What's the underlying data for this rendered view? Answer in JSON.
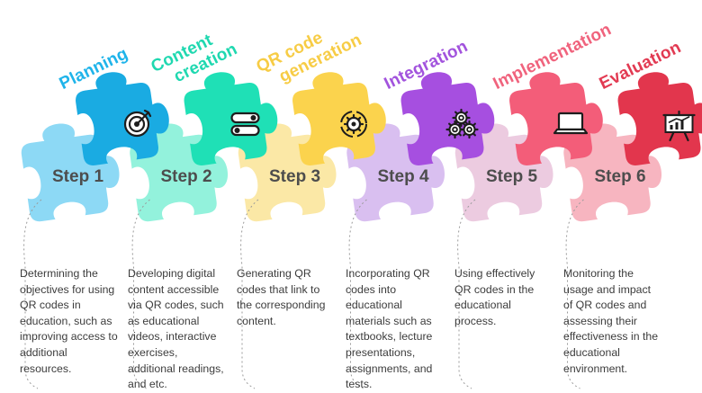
{
  "steps": [
    {
      "step_label": "Step 1",
      "title_lines": [
        "Planning"
      ],
      "description": "Determining the objectives for using QR codes in education, such as improving access to additional resources.",
      "icon": "target-icon",
      "colors": {
        "top": "#1aabe2",
        "bottom": "#8dd9f5",
        "title": "#1fb4ea"
      }
    },
    {
      "step_label": "Step 2",
      "title_lines": [
        "Content",
        "creation"
      ],
      "description": "Developing digital content accessible via QR codes, such as educational videos, interactive exercises, additional readings, and etc.",
      "icon": "toggle-switches-icon",
      "colors": {
        "top": "#1fe0b6",
        "bottom": "#93f2dc",
        "title": "#1fd8b0"
      }
    },
    {
      "step_label": "Step 3",
      "title_lines": [
        "QR code",
        "generation"
      ],
      "description": "Generating QR codes that link to the corresponding content.",
      "icon": "gear-cycle-icon",
      "colors": {
        "top": "#fbd34d",
        "bottom": "#fbe8a6",
        "title": "#f7cc45"
      }
    },
    {
      "step_label": "Step 4",
      "title_lines": [
        "Integration"
      ],
      "description": "Incorporating QR codes into educational materials such as textbooks, lecture presentations, assignments, and tests.",
      "icon": "gears-icon",
      "colors": {
        "top": "#a64fe0",
        "bottom": "#d9bff0",
        "title": "#a253dd"
      }
    },
    {
      "step_label": "Step 5",
      "title_lines": [
        "Implementation"
      ],
      "description": "Using effectively QR codes in the educational process.",
      "icon": "laptop-icon",
      "colors": {
        "top": "#f35d79",
        "bottom": "#eccbe0",
        "title": "#f0637d"
      }
    },
    {
      "step_label": "Step 6",
      "title_lines": [
        "Evaluation"
      ],
      "description": "Monitoring the usage and impact of QR codes and assessing their effectiveness in the educational environment.",
      "icon": "presentation-chart-icon",
      "colors": {
        "top": "#e2364d",
        "bottom": "#f7b5c0",
        "title": "#e23a52"
      }
    }
  ]
}
